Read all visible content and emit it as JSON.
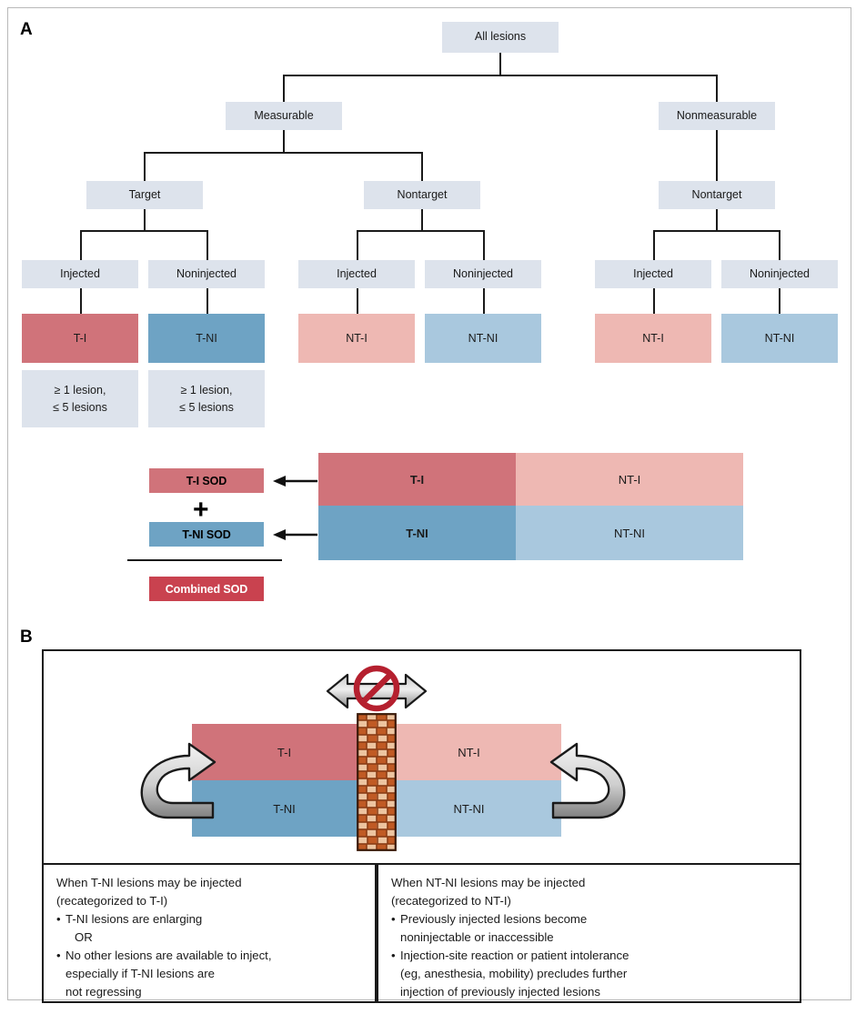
{
  "figure": {
    "panels": [
      {
        "letter": "A"
      },
      {
        "letter": "B"
      }
    ]
  },
  "panel_a": {
    "tree": {
      "root": {
        "label": "All lesions"
      },
      "level2": [
        {
          "label": "Measurable"
        },
        {
          "label": "Nonmeasurable"
        }
      ],
      "level3": [
        {
          "label": "Target"
        },
        {
          "label": "Nontarget"
        },
        {
          "label": "Nontarget"
        }
      ],
      "level4": [
        {
          "label": "Injected"
        },
        {
          "label": "Noninjected"
        },
        {
          "label": "Injected"
        },
        {
          "label": "Noninjected"
        },
        {
          "label": "Injected"
        },
        {
          "label": "Noninjected"
        }
      ],
      "level5": [
        {
          "label": "T-I",
          "color": "#d0737a"
        },
        {
          "label": "T-NI",
          "color": "#6ea3c4"
        },
        {
          "label": "NT-I",
          "color": "#eeb8b3"
        },
        {
          "label": "NT-NI",
          "color": "#a9c8de"
        },
        {
          "label": "NT-I",
          "color": "#eeb8b3"
        },
        {
          "label": "NT-NI",
          "color": "#a9c8de"
        }
      ],
      "notes": [
        {
          "label": "≥ 1 lesion,\n≤ 5 lesions"
        },
        {
          "label": "≥ 1 lesion,\n≤ 5 lesions"
        }
      ]
    },
    "sod": {
      "items": [
        {
          "label": "T-I SOD",
          "color": "#d0737a"
        },
        {
          "label": "T-NI SOD",
          "color": "#6ea3c4"
        }
      ],
      "plus": "+",
      "combined": {
        "label": "Combined SOD",
        "color": "#c9424f"
      },
      "matrix": [
        {
          "label": "T-I",
          "color": "#d0737a"
        },
        {
          "label": "NT-I",
          "color": "#eeb8b3"
        },
        {
          "label": "T-NI",
          "color": "#6ea3c4"
        },
        {
          "label": "NT-NI",
          "color": "#a9c8de"
        }
      ]
    }
  },
  "panel_b": {
    "quadrants": [
      {
        "label": "T-I",
        "color": "#d0737a"
      },
      {
        "label": "NT-I",
        "color": "#eeb8b3"
      },
      {
        "label": "T-NI",
        "color": "#6ea3c4"
      },
      {
        "label": "NT-NI",
        "color": "#a9c8de"
      }
    ],
    "icons": {
      "barrier": "brick-wall-icon",
      "prohibition": "no-entry-icon",
      "left_arrow": "curved-arrow-left-icon",
      "right_arrow": "curved-arrow-right-icon",
      "double_arrow": "double-headed-arrow-icon"
    },
    "notes": [
      {
        "header": "When T-NI lesions may be injected\n(recategorized to T-I)",
        "bullets": [
          {
            "text": "T-NI lesions are enlarging",
            "bulleted": true
          },
          {
            "text": "OR",
            "bulleted": false
          },
          {
            "text": "No other lesions are available to inject,\nespecially if T-NI lesions are\nnot regressing",
            "bulleted": true
          }
        ]
      },
      {
        "header": "When NT-NI lesions may be injected\n(recategorized to NT-I)",
        "bullets": [
          {
            "text": "Previously injected lesions become\nnoninjectable or inaccessible",
            "bulleted": true
          },
          {
            "text": "Injection-site reaction or patient intolerance\n(eg, anesthesia, mobility) precludes further\ninjection of previously injected lesions",
            "bulleted": true
          }
        ]
      }
    ]
  },
  "colors": {
    "box_fill": "#dde3ec",
    "line": "#1a1a1a",
    "t_i": "#d0737a",
    "t_ni": "#6ea3c4",
    "nt_i": "#eeb8b3",
    "nt_ni": "#a9c8de",
    "combined": "#c9424f",
    "frame": "#b9b9b9",
    "brick": "#c0572b"
  }
}
